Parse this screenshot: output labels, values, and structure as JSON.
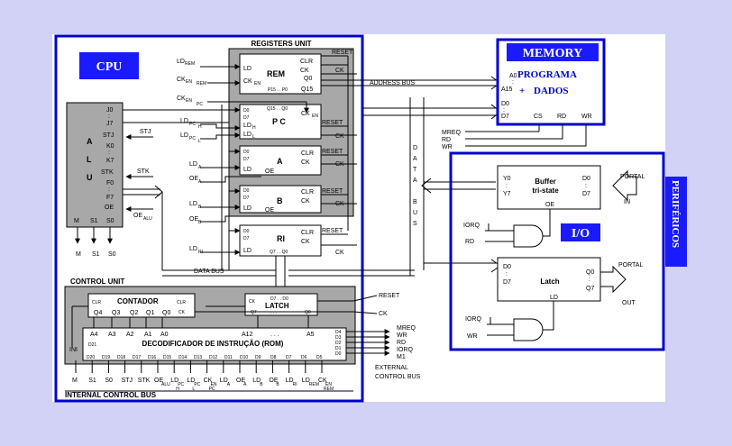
{
  "cpu": {
    "label": "CPU",
    "registers_unit_title": "REGISTERS UNIT",
    "control_unit_title": "CONTROL UNIT",
    "internal_control_bus": "INTERNAL CONTROL BUS",
    "data_bus": "DATA BUS"
  },
  "alu": {
    "label": [
      "A",
      "L",
      "U"
    ],
    "ports": [
      "J0",
      ":",
      "J7",
      "STJ",
      "K0",
      ":",
      "K7",
      "STK",
      "F0",
      ":",
      "F7",
      "OE"
    ],
    "bottom": [
      "M",
      "S1",
      "S0"
    ],
    "bottom_out": [
      "M",
      "S1",
      "S0"
    ],
    "stj": "STJ",
    "stk": "STK",
    "oe_alu": "OE",
    "oe_alu_sub": "ALU"
  },
  "registers": {
    "rem": {
      "name": "REM",
      "ld": "LD",
      "ck": "CK",
      "ck_sub": "EN",
      "clr": "CLR",
      "ck2": "CK",
      "q0": "Q0",
      "q15": "Q15",
      "p": "P15 . . P0",
      "reset": "RESET",
      "ck_out": "CK"
    },
    "pc": {
      "name": "P C",
      "d0": "D0",
      "d7": "D7",
      "ldh": "LD",
      "ldh_sub": "H",
      "ldl": "LD",
      "ldl_sub": "L",
      "ck": "CK",
      "ck_sub": "EN",
      "q": "Q15 . . Q0",
      "reset": "RESET",
      "ck_out": "CK"
    },
    "a": {
      "name": "A",
      "d0": "D0",
      "d7": "D7",
      "clr": "CLR",
      "ck": "CK",
      "ld": "LD",
      "oe": "OE",
      "reset": "RESET",
      "ck_out": "CK"
    },
    "b": {
      "name": "B",
      "d0": "D0",
      "d7": "D7",
      "clr": "CLR",
      "ck": "CK",
      "ld": "LD",
      "oe": "OE",
      "reset": "RESET",
      "ck_out": "CK"
    },
    "ri": {
      "name": "RI",
      "d0": "D0",
      "d7": "D7",
      "clr": "CLR",
      "ck": "CK",
      "ld": "LD",
      "q": "Q7 . . Q0",
      "reset": "RESET",
      "ck_out": "CK"
    }
  },
  "signals": {
    "ld_rem": "LD",
    "ld_rem_sub": "REM",
    "ck_en_rem": "CK",
    "ck_en_rem_sub": "EN",
    "ck_en_rem_sub2": "REM",
    "ck_en_pc": "CK",
    "ck_en_pc_sub": "EN",
    "ck_en_pc_sub2": "PC",
    "ld_pc_h": "LD",
    "ld_pc_h_sub": "PC",
    "ld_pc_h_sub2": "H",
    "ld_pc_l": "LD",
    "ld_pc_l_sub": "PC",
    "ld_pc_l_sub2": "L",
    "ld_a": "LD",
    "ld_a_sub": "A",
    "oe_a": "OE",
    "oe_a_sub": "A",
    "ld_b": "LD",
    "ld_b_sub": "B",
    "oe_b": "OE",
    "oe_b_sub": "B",
    "ld_ri": "LD",
    "ld_ri_sub": "RI"
  },
  "control": {
    "contador": "CONTADOR",
    "clr": "CLR",
    "clr2": "CLR",
    "ck": "CK",
    "q_labels": [
      "Q4",
      "Q3",
      "Q2",
      "Q1",
      "Q0"
    ],
    "latch": "LATCH",
    "latch_ck": "CK",
    "latch_d": "D7 . . D0",
    "latch_q7": "Q7",
    "latch_dots": ". . .",
    "latch_q0": "Q0",
    "rom": "DECODIFICADOR DE INSTRUÇÃO (ROM)",
    "a_labels": [
      "A4",
      "A3",
      "A2",
      "A1",
      "A0"
    ],
    "a12": "A12",
    "a_dots": ". . .",
    "a5": "A5",
    "d21": "D21",
    "ini": "INI",
    "d_right": [
      "D4",
      "D3",
      "D2",
      "D1",
      "D0"
    ],
    "d_bottom": [
      "D20",
      "D19",
      "D18",
      "D17",
      "D16",
      "D15",
      "D14",
      "D13",
      "D12",
      "D11",
      "D10",
      "D9",
      "D8",
      "D7",
      "D6",
      "D5"
    ],
    "reset": "RESET",
    "ck_out": "CK",
    "outs": [
      "MREQ",
      "WR",
      "RD",
      "IORQ",
      "M1"
    ],
    "external": "EXTERNAL",
    "control_bus": "CONTROL BUS"
  },
  "bottom_signals": [
    {
      "t": "M"
    },
    {
      "t": "S1"
    },
    {
      "t": "S0"
    },
    {
      "t": "STJ"
    },
    {
      "t": "STK"
    },
    {
      "t": "OE",
      "s": "ALU"
    },
    {
      "t": "LD",
      "s": "PC",
      "s2": "H"
    },
    {
      "t": "LD",
      "s": "PC",
      "s2": "L"
    },
    {
      "t": "CK",
      "s": "EN",
      "s2": "PC"
    },
    {
      "t": "LD",
      "s": "A"
    },
    {
      "t": "OE",
      "s": "A"
    },
    {
      "t": "LD",
      "s": "B"
    },
    {
      "t": "OE",
      "s": "B"
    },
    {
      "t": "LD",
      "s": "RI"
    },
    {
      "t": "LD",
      "s": "REM"
    },
    {
      "t": "CK",
      "s": "EN",
      "s2": "REM"
    }
  ],
  "memory": {
    "title": "MEMORY",
    "programa": "PROGRAMA",
    "plus": "+",
    "dados": "DADOS",
    "a0": "A0",
    "a_dots": ":",
    "a15": "A15",
    "d0": "D0",
    "d_dots": ":",
    "d7": "D7",
    "cs": "CS",
    "rd": "RD",
    "wr": "WR"
  },
  "bus_labels": {
    "address": "ADDRESS BUS",
    "data_vertical": [
      "D",
      "A",
      "T",
      "A",
      "",
      "B",
      "U",
      "S"
    ]
  },
  "mem_ctrl": [
    "MREQ",
    "RD",
    "WR"
  ],
  "io": {
    "title": "I/O",
    "perifericos": "PERIFÉRICOS",
    "buffer": "Buffer",
    "tristate": "tri-state",
    "buf_y0": "Y0",
    "buf_y7": "Y7",
    "buf_d0": "D0",
    "buf_d7": "D7",
    "buf_oe": "OE",
    "buf_dots": ":",
    "portal_in": "PORTAL",
    "in": "IN",
    "iorq1": "IORQ",
    "rd": "RD",
    "latch": "Latch",
    "l_d0": "D0",
    "l_d7": "D7",
    "l_q0": "Q0",
    "l_q7": "Q7",
    "l_ld": "LD",
    "l_dots": ":",
    "portal_out": "PORTAL",
    "out": "OUT",
    "iorq2": "IORQ",
    "wr": "WR"
  },
  "colors": {
    "bg": "#d2d2f7",
    "cpu_border": "#0000cc",
    "cpu_fill": "#1a1aff",
    "gray": "#a8a8a8"
  }
}
